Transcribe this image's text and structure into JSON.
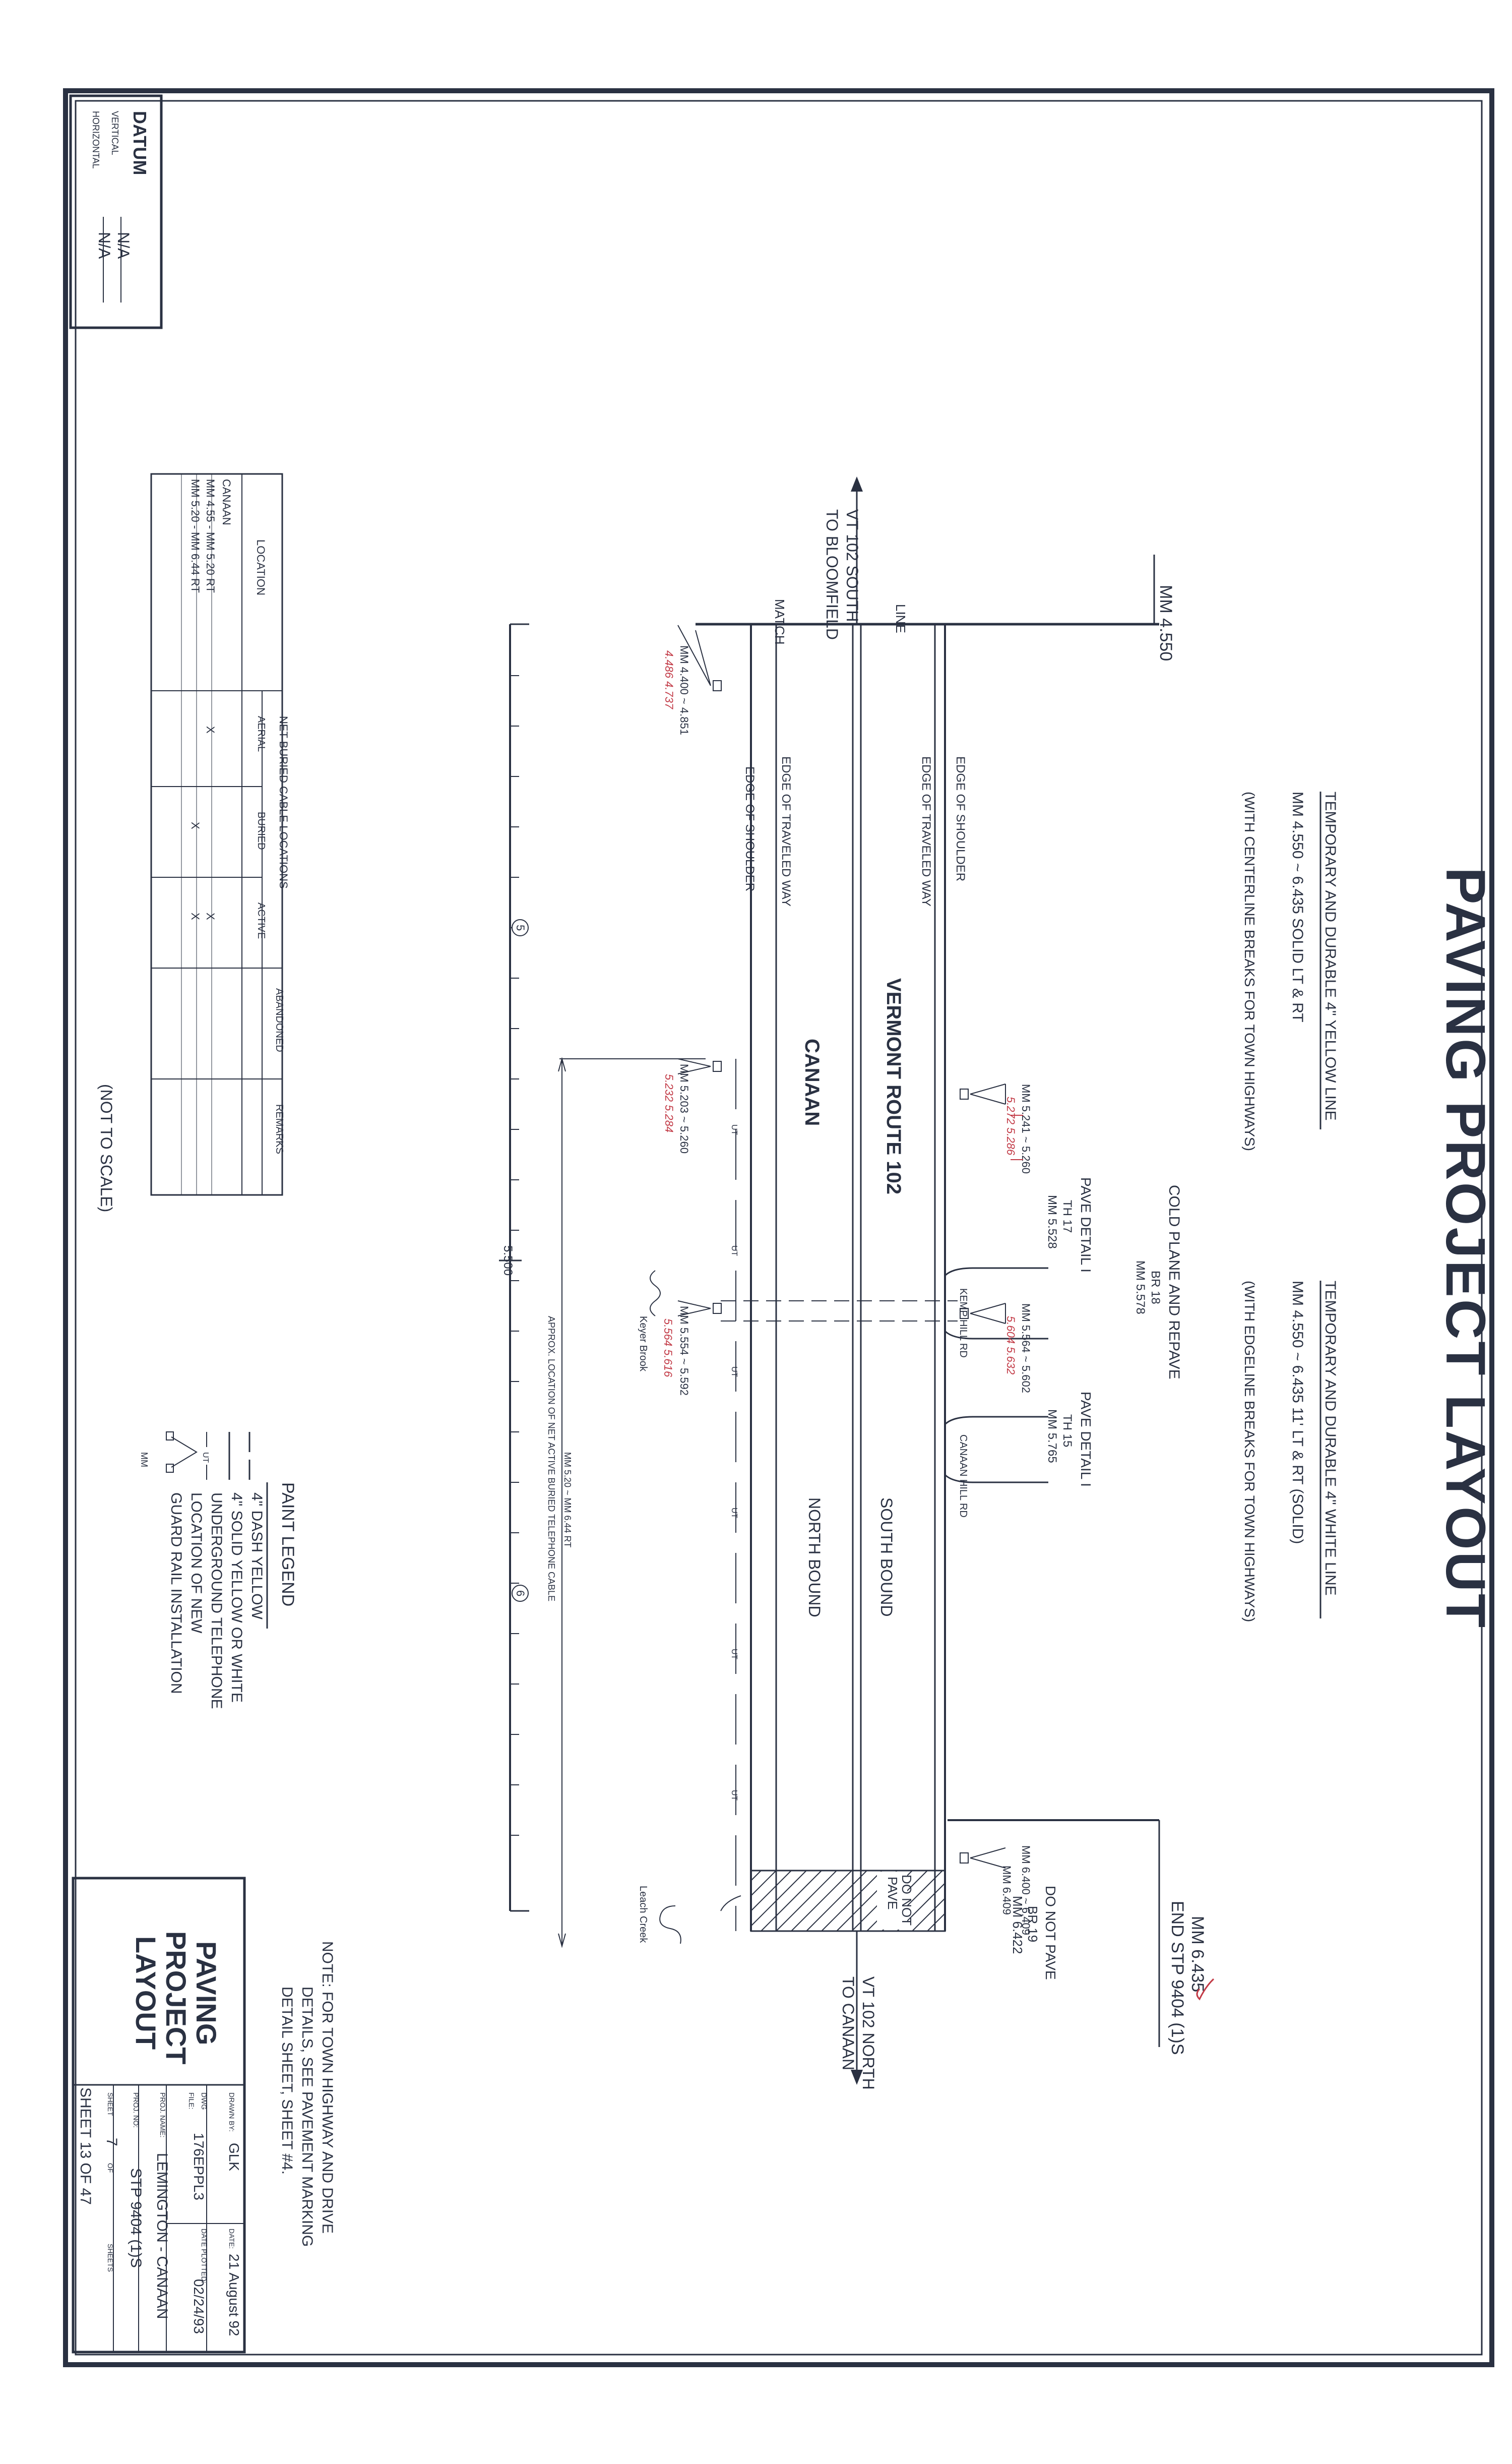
{
  "title": "PAVING PROJECT LAYOUT",
  "notes": {
    "yellow_line": "TEMPORARY AND DURABLE 4\" YELLOW LINE",
    "yellow_range": "MM   4.550    ~    6.435     SOLID LT & RT",
    "yellow_breaks": "(WITH CENTERLINE BREAKS FOR TOWN HIGHWAYS)",
    "white_line": "TEMPORARY AND DURABLE 4\" WHITE LINE",
    "white_range": "MM   4.550    ~    6.435     11' LT & RT (SOLID)",
    "white_breaks": "(WITH EDGELINE BREAKS FOR TOWN HIGHWAYS)"
  },
  "route": {
    "name": "VERMONT ROUTE 102",
    "town": "CANAAN",
    "south_bound": "SOUTH BOUND",
    "north_bound": "NORTH BOUND",
    "edge_of_shoulder": "EDGE OF SHOULDER",
    "edge_of_traveled_way": "EDGE OF TRAVELED WAY",
    "match": "MATCH",
    "line": "LINE",
    "mm_start": "MM 4.550",
    "to_bloomfield_1": "VT 102 SOUTH",
    "to_bloomfield_2": "TO BLOOMFIELD",
    "to_canaan_1": "VT 102 NORTH",
    "to_canaan_2": "TO CANAAN",
    "mm_end_1": "MM 6.435",
    "mm_end_2": "END STP 9404 (1)S"
  },
  "callouts": {
    "top_mm_a": "MM 5.241 ~ 5.260",
    "top_mm_a_hw": "5.272   5.286",
    "pave1_title": "PAVE DETAIL I",
    "pave1_th": "TH 17",
    "pave1_mm": "MM 5.528",
    "kemp": "KEMP HILL RD",
    "cold_1": "COLD PLANE AND REPAVE",
    "cold_2": "BR 18",
    "cold_3": "MM 5.578",
    "top_mm_b": "MM 5.564 ~ 5.602",
    "top_mm_b_hw": "5.604   5.632",
    "pave2_title": "PAVE DETAIL I",
    "pave2_th": "TH 15",
    "pave2_mm": "MM 5.765",
    "canaan_hill": "CANAAN HILL RD",
    "mm_6400": "MM 6.400 ~ 6.409",
    "mm_6409": "MM 6.409",
    "dnp_1": "DO NOT",
    "dnp_2": "PAVE",
    "br19_1": "DO NOT PAVE",
    "br19_2": "BR 19",
    "br19_3": "MM 6.422",
    "bot_mm_a": "MM 4.400 ~ 4.851",
    "bot_mm_a_hw": "4.486   4.737",
    "bot_mm_b": "MM 5.203 ~ 5.260",
    "bot_mm_b_hw": "5.232   5.284",
    "bot_mm_c": "MM 5.554 ~ 5.592",
    "bot_mm_c_hw": "5.564   5.616",
    "keyer": "Keyer Brook",
    "leach": "Leach Creek",
    "cable_1": "MM 5.20 ~ MM 6.44 RT",
    "cable_2": "APPROX. LOCATION OF NET ACTIVE BURIED TELEPHONE CABLE",
    "ut": "UT"
  },
  "scale": {
    "label_5500": "5.500",
    "station_5": "5",
    "station_6": "6"
  },
  "cable_table": {
    "title": "NET BURIED CABLE LOCATIONS",
    "headers": [
      "LOCATION",
      "AERIAL",
      "BURIED",
      "ACTIVE",
      "ABANDONED",
      "REMARKS"
    ],
    "rows": [
      [
        "CANAAN",
        "",
        "",
        "",
        "",
        ""
      ],
      [
        "MM 4.55 - MM 5.20 RT",
        "X",
        "",
        "X",
        "",
        ""
      ],
      [
        "MM 5.20 - MM 6.44 RT",
        "",
        "X",
        "X",
        "",
        ""
      ]
    ]
  },
  "not_to_scale": "(NOT TO SCALE)",
  "datum": {
    "title": "DATUM",
    "vertical_label": "VERTICAL",
    "vertical_value": "N/A",
    "horizontal_label": "HORIZONTAL",
    "horizontal_value": "N/A"
  },
  "legend": {
    "title": "PAINT LEGEND",
    "items": [
      "4\" DASH YELLOW",
      "4\" SOLID YELLOW OR WHITE",
      "UNDERGROUND TELEPHONE",
      "LOCATION OF NEW",
      "GUARD RAIL INSTALLATION"
    ],
    "ut": "UT",
    "mm": "MM"
  },
  "town_note": {
    "line1": "NOTE: FOR TOWN HIGHWAY AND DRIVE",
    "line2": "DETAILS, SEE PAVEMENT MARKING",
    "line3": "DETAIL SHEET, SHEET #4."
  },
  "title_block": {
    "title1": "PAVING",
    "title2": "PROJECT",
    "title3": "LAYOUT",
    "drawn_by_label": "DRAWN BY:",
    "drawn_by": "GLK",
    "date_label": "DATE:",
    "date": "21 August 92",
    "dwg_label": "DWG",
    "file_label": "FILE:",
    "file": "176EPPL3",
    "date_plotted_label": "DATE PLOTTED:",
    "date_plotted": "02/24/93",
    "proj_name_label": "PROJ. NAME:",
    "proj_name": "LEMINGTON - CANAAN",
    "proj_no_label": "PROJ. NO:",
    "proj_no": "STP 9404 (1)S",
    "sheet_label": "SHEET",
    "sheet_no": "7",
    "of_label": "OF",
    "sheets_label": "SHEETS",
    "stamp": "SHEET 13 OF 47"
  }
}
